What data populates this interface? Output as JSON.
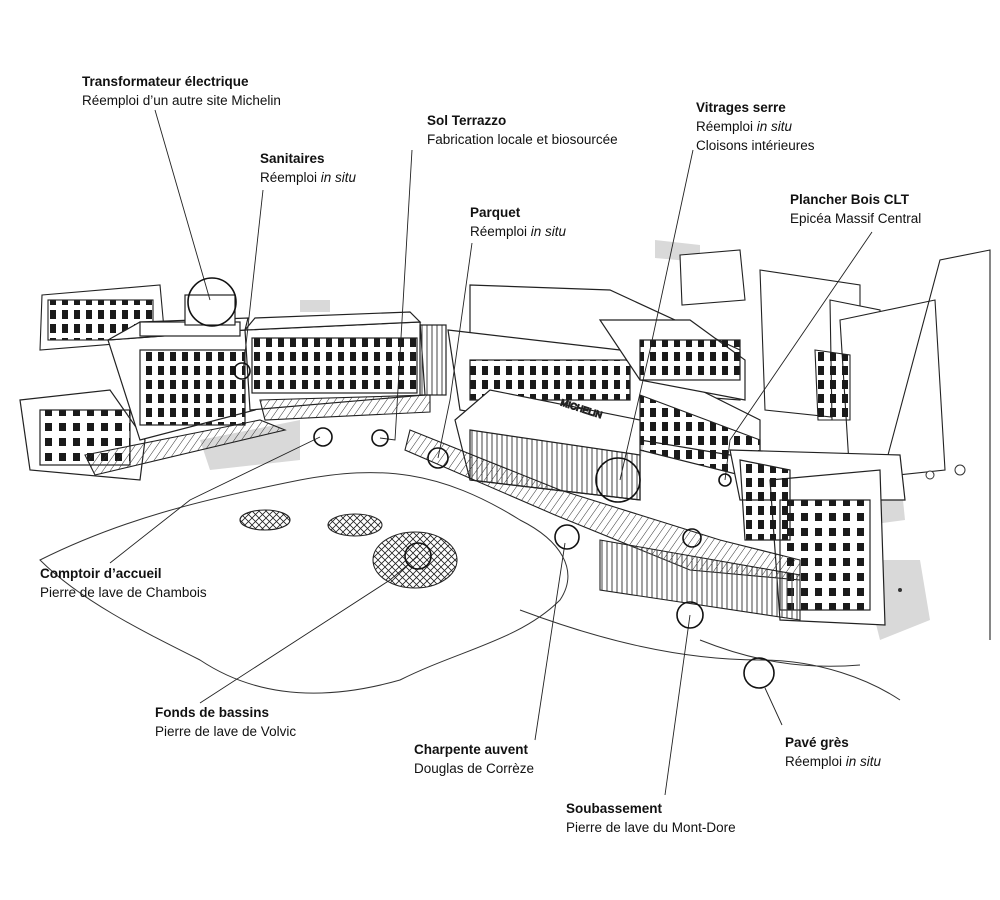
{
  "callouts": [
    {
      "id": "transformateur",
      "title": "Transformateur électrique",
      "sub": "Réemploi d’un autre site Michelin",
      "sub_italic": ""
    },
    {
      "id": "sanitaires",
      "title": "Sanitaires",
      "sub": "Réemploi ",
      "sub_italic": "in situ"
    },
    {
      "id": "terrazzo",
      "title": "Sol Terrazzo",
      "sub": "Fabrication locale et biosourcée",
      "sub_italic": ""
    },
    {
      "id": "parquet",
      "title": "Parquet",
      "sub": "Réemploi ",
      "sub_italic": "in situ"
    },
    {
      "id": "vitrages",
      "title": "Vitrages serre",
      "sub": "Réemploi ",
      "sub_italic": "in situ",
      "sub2": "Cloisons intérieures"
    },
    {
      "id": "plancher",
      "title": "Plancher Bois CLT",
      "sub": "Epicéa Massif Central",
      "sub_italic": ""
    },
    {
      "id": "comptoir",
      "title": "Comptoir d’accueil",
      "sub": "Pierre de lave de Chambois",
      "sub_italic": ""
    },
    {
      "id": "bassins",
      "title": "Fonds de bassins",
      "sub": "Pierre de lave de Volvic",
      "sub_italic": ""
    },
    {
      "id": "charpente",
      "title": "Charpente auvent",
      "sub": "Douglas de Corrèze",
      "sub_italic": ""
    },
    {
      "id": "soubassement",
      "title": "Soubassement",
      "sub": "Pierre de lave du Mont-Dore",
      "sub_italic": ""
    },
    {
      "id": "pave",
      "title": "Pavé grès",
      "sub": "Réemploi ",
      "sub_italic": "in situ"
    }
  ],
  "signage": {
    "building_sign": "MICHELIN"
  },
  "colors": {
    "ink": "#111111",
    "shadow": "#d6d6d6",
    "paper": "#ffffff"
  }
}
